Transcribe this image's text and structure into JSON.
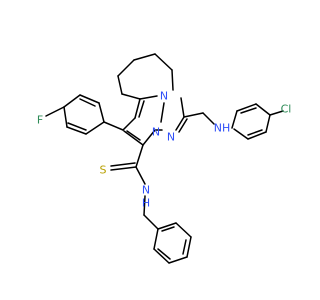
{
  "diagram": {
    "type": "chemical-structure",
    "colors": {
      "bond": "#000000",
      "N": "#3050F8",
      "S": "#B8A000",
      "F": "#2E8B57",
      "Cl": "#2E8B57",
      "background": "#ffffff"
    },
    "atom_labels": {
      "n_ring": "N",
      "n_triazole_1": "N",
      "n_triazole_2": "N",
      "nh_amine": "NH",
      "cl": "Cl",
      "f": "F",
      "s_thio": "S",
      "nh_amide": "N",
      "h_amide": "H"
    }
  }
}
